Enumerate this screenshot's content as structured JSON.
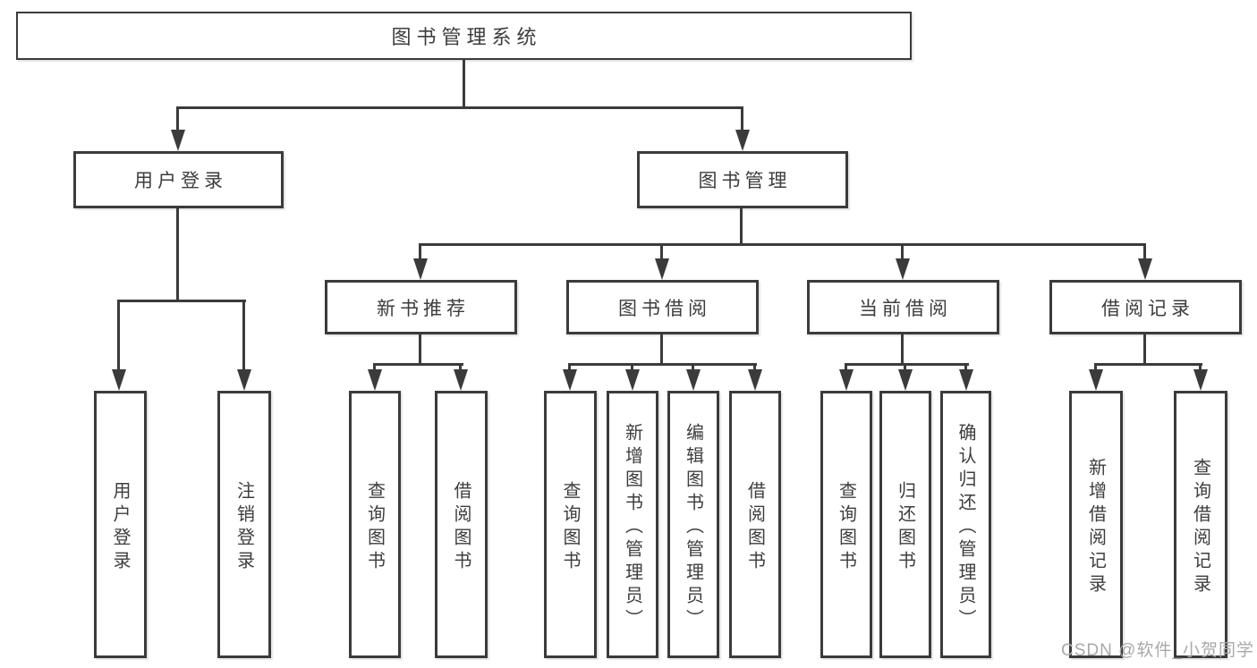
{
  "tree": {
    "root": {
      "label": "图书管理系统"
    },
    "branches": [
      {
        "label": "用户登录",
        "children": [
          {
            "label": "用户登录"
          },
          {
            "label": "注销登录"
          }
        ]
      },
      {
        "label": "图书管理",
        "children": [
          {
            "label": "新书推荐",
            "children": [
              {
                "label": "查询图书"
              },
              {
                "label": "借阅图书"
              }
            ]
          },
          {
            "label": "图书借阅",
            "children": [
              {
                "label": "查询图书"
              },
              {
                "label": "新增图书（管理员）"
              },
              {
                "label": "编辑图书（管理员）"
              },
              {
                "label": "借阅图书"
              }
            ]
          },
          {
            "label": "当前借阅",
            "children": [
              {
                "label": "查询图书"
              },
              {
                "label": "归还图书"
              },
              {
                "label": "确认归还（管理员）"
              }
            ]
          },
          {
            "label": "借阅记录",
            "children": [
              {
                "label": "新增借阅记录"
              },
              {
                "label": "查询借阅记录"
              }
            ]
          }
        ]
      }
    ]
  },
  "watermark": {
    "text": "CSDN @软件_小贺同学"
  },
  "colors": {
    "line": "#3b3b3b",
    "text": "#3d3d3d",
    "watermark": "#a9a9a9",
    "background": "#ffffff"
  }
}
